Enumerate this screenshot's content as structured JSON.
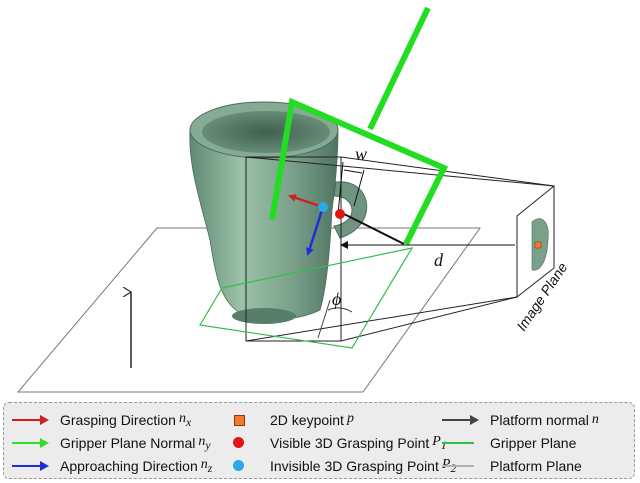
{
  "diagram": {
    "labels": {
      "w": "w",
      "d": "d",
      "phi": "ϕ",
      "image_plane": "Image Plane"
    }
  },
  "legend": {
    "items": [
      {
        "text": "Grasping Direction",
        "math": "n",
        "sub": "x",
        "color": "#d11f1f",
        "symbol": "arrow"
      },
      {
        "text": "Gripper Plane Normal",
        "math": "n",
        "sub": "y",
        "color": "#2fdc2f",
        "symbol": "arrow"
      },
      {
        "text": "Approaching Direction",
        "math": "n",
        "sub": "z",
        "color": "#1f2fd8",
        "symbol": "arrow"
      },
      {
        "text": "2D keypoint",
        "math": "p",
        "sub": "",
        "color": "#f07a2a",
        "symbol": "square"
      },
      {
        "text": "Visible 3D Grasping Point",
        "math": "P",
        "sub": "1",
        "color": "#e31414",
        "symbol": "dot"
      },
      {
        "text": "Invisible 3D Grasping Point",
        "math": "P",
        "sub": "2",
        "color": "#2aa8e8",
        "symbol": "dot"
      },
      {
        "text": "Platform normal",
        "math": "n",
        "sub": "",
        "color": "#444444",
        "symbol": "arrow"
      },
      {
        "text": "Gripper Plane",
        "math": "",
        "sub": "",
        "color": "#2fbf4a",
        "symbol": "line"
      },
      {
        "text": "Platform Plane",
        "math": "",
        "sub": "",
        "color": "#b0b0b0",
        "symbol": "line"
      }
    ]
  }
}
